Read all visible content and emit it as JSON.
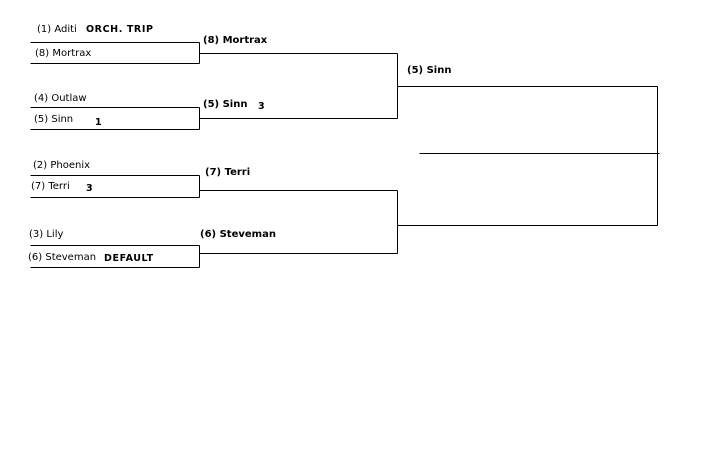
{
  "round1": [
    {
      "seed": "(1) Aditi",
      "note": "ORCH. TRIP"
    },
    {
      "seed": "(8) Mortrax",
      "note": ""
    },
    {
      "seed": "(4) Outlaw",
      "note": ""
    },
    {
      "seed": "(5) Sinn",
      "note": "1"
    },
    {
      "seed": "(2) Phoenix",
      "note": ""
    },
    {
      "seed": "(7) Terri",
      "note": "3"
    },
    {
      "seed": "(3) Lily",
      "note": ""
    },
    {
      "seed": "(6) Steveman",
      "note": "DEFAULT"
    }
  ],
  "round2": [
    {
      "winner": "(8) Mortrax",
      "score": ""
    },
    {
      "winner": "(5) Sinn",
      "score": "3"
    },
    {
      "winner": "(7) Terri",
      "score": ""
    },
    {
      "winner": "(6) Steveman",
      "score": ""
    }
  ],
  "round3": [
    {
      "winner": "(5) Sinn",
      "score": ""
    }
  ],
  "colors": {
    "line": "#000000",
    "background": "#ffffff"
  }
}
